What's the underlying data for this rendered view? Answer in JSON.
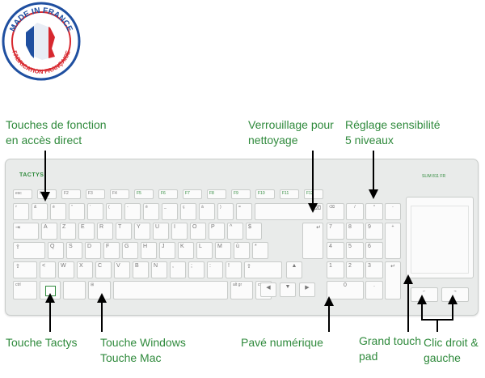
{
  "badge": {
    "top_text": "MADE IN FRANCE",
    "bottom_text": "FABRICATION FRANÇAISE",
    "colors": [
      "#1f4fa0",
      "#ffffff",
      "#d7282f"
    ]
  },
  "keyboard": {
    "brand": "TACTYS",
    "model": "SLIM 811 FR",
    "fn_keys": [
      "esc",
      "F1",
      "F2",
      "F3",
      "F4",
      "F5",
      "F6",
      "F7",
      "F8",
      "F9",
      "F10",
      "F11",
      "F12"
    ],
    "row_num": [
      "²",
      "&",
      "é",
      "\"",
      "'",
      "(",
      "-",
      "è",
      "_",
      "ç",
      "à",
      ")",
      "=",
      "⌫"
    ],
    "row_az": [
      "⇥",
      "A",
      "Z",
      "E",
      "R",
      "T",
      "Y",
      "U",
      "I",
      "O",
      "P",
      "^",
      "$",
      "↵"
    ],
    "row_q": [
      "⇪",
      "Q",
      "S",
      "D",
      "F",
      "G",
      "H",
      "J",
      "K",
      "L",
      "M",
      "ù",
      "*"
    ],
    "row_w": [
      "⇧",
      "<",
      "W",
      "X",
      "C",
      "V",
      "B",
      "N",
      ",",
      ";",
      ":",
      "!",
      "⇧"
    ],
    "row_bottom": [
      "ctrl",
      "",
      "⊞",
      "",
      "alt gr",
      "ctrl"
    ],
    "arrows": [
      "▲",
      "◀",
      "▼",
      "▶"
    ],
    "numpad": [
      "⌫",
      "/",
      "*",
      "-",
      "7",
      "8",
      "9",
      "+",
      "4",
      "5",
      "6",
      "1",
      "2",
      "3",
      "0",
      ".",
      "↵"
    ],
    "clicks": [
      "⌐",
      "¬"
    ]
  },
  "labels": {
    "fn": "Touches de fonction\nen accès direct",
    "lock": "Verrouillage pour\nnettoyage",
    "sens": "Réglage sensibilité\n5 niveaux",
    "tactys": "Touche Tactys",
    "windows": "Touche Windows\nTouche Mac",
    "numpad": "Pavé numérique",
    "touchpad": "Grand touch\npad",
    "clicks": "Clic droit &\ngauche"
  }
}
